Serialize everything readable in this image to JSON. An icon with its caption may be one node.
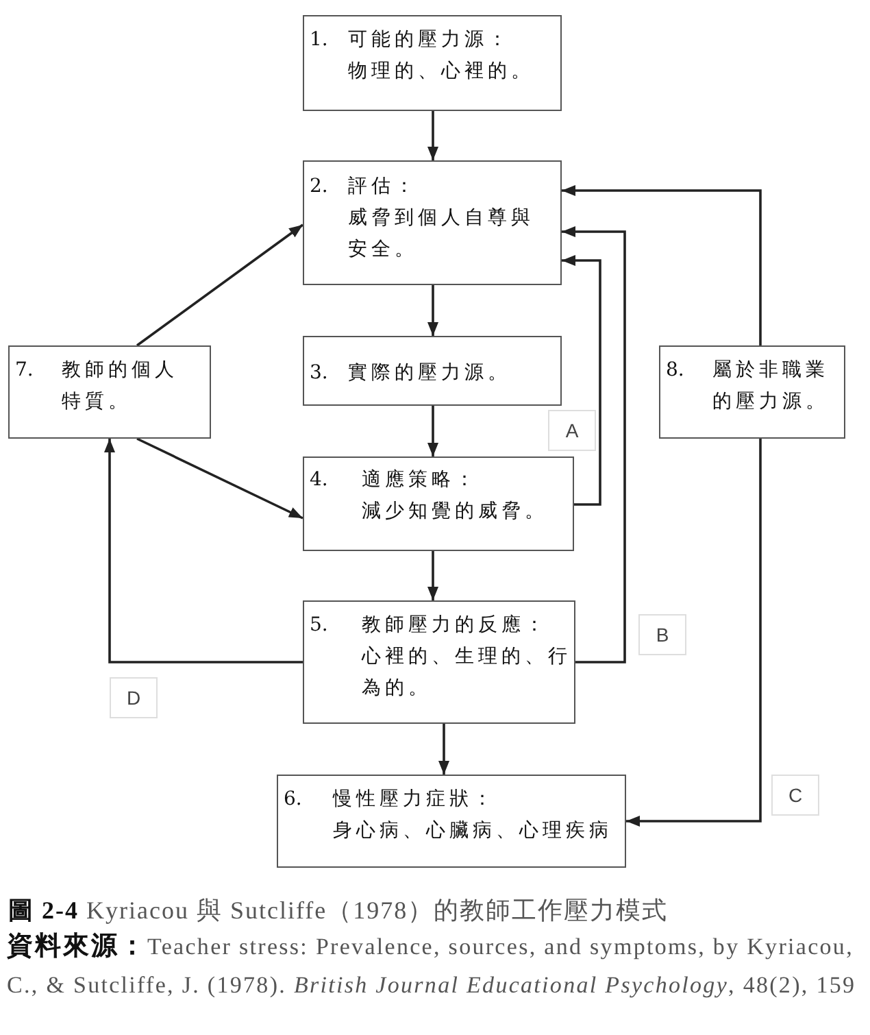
{
  "diagram": {
    "caption": "**圖 2-4** Kyriacou 與 Sutcliffe（1978）的教師工作壓力模式",
    "nodes": [
      {
        "text": [
          "1.",
          "可能的壓力源：",
          "物理的、心裡的。"
        ]
      },
      {
        "text": [
          "2.",
          "評估：",
          "威脅到個人自尊與安全。"
        ]
      },
      {
        "text": [
          "7.",
          "教師的個人特質。"
        ]
      },
      {
        "text": [
          "3.",
          "實際的壓力源。"
        ]
      },
      {
        "text": [
          "8.",
          "屬於非職業的壓力源。"
        ]
      },
      {
        "text": [
          "4.",
          "適應策略：",
          "減少知覺的威脅。"
        ]
      },
      {
        "text": [
          "5.",
          "教師壓力的反應：",
          "心裡的、生理的、行為的。"
        ]
      },
      {
        "text": [
          "6.",
          "慢性壓力症狀：",
          "身心病、心臟病、心理疾病"
        ]
      }
    ],
    "edges": [
      {
        "from": 0,
        "to": 1,
        "arrow": "to"
      },
      {
        "from": 1,
        "to": 3,
        "arrow": "to"
      },
      {
        "from": 3,
        "to": 5,
        "arrow": "to"
      },
      {
        "from": 5,
        "to": 6,
        "arrow": "to"
      },
      {
        "from": 6,
        "to": 7,
        "arrow": "to"
      },
      {
        "from": 5,
        "to": 1,
        "arrow": "to",
        "label": "A"
      },
      {
        "from": 6,
        "to": 1,
        "arrow": "to",
        "label": "B"
      },
      {
        "from": 4,
        "to": 1,
        "arrow": "to"
      },
      {
        "from": 4,
        "to": 7,
        "arrow": "to",
        "label": "C"
      },
      {
        "from": 2,
        "to": 1,
        "arrow": "to"
      },
      {
        "from": 2,
        "to": 5,
        "arrow": "to"
      },
      {
        "from": 6,
        "to": 2,
        "arrow": "to",
        "label": "D"
      }
    ],
    "labels": [
      "**資料來源：**Teacher stress: Prevalence, sources, and symptoms, by Kyriacou, C., & Sutcliffe, J. (1978). *British Journal Educational Psychology*, 48(2), 159"
    ]
  }
}
